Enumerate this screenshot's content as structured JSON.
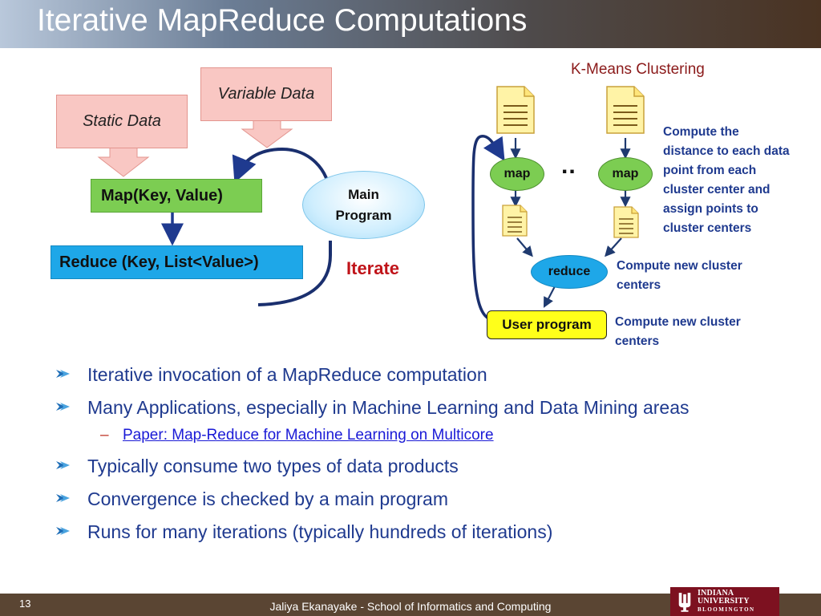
{
  "title": "Iterative MapReduce Computations",
  "left_diagram": {
    "static_data": "Static Data",
    "variable_data": "Variable Data",
    "map": "Map(Key, Value)",
    "reduce": "Reduce (Key, List<Value>)",
    "main_program": "Main Program",
    "iterate": "Iterate"
  },
  "kmeans": {
    "title": "K-Means Clustering",
    "map1": "map",
    "map2": "map",
    "ellipsis": "..",
    "reduce": "reduce",
    "user_program": "User program",
    "note_map": "Compute the distance to each data point from each cluster center and assign points to cluster centers",
    "note_reduce": "Compute new cluster centers",
    "note_user": "Compute new cluster centers"
  },
  "bullets": [
    "Iterative invocation of a MapReduce computation",
    "Many Applications, especially in Machine Learning and Data Mining areas",
    "Typically consume two types of data products",
    "Convergence is checked by a main program",
    "Runs for many iterations (typically hundreds of iterations)"
  ],
  "sub_bullet": "Paper: Map-Reduce for Machine Learning on Multicore",
  "footer": {
    "slide_number": "13",
    "text": "Jaliya Ekanayake - School of Informatics and Computing",
    "logo_line1": "INDIANA UNIVERSITY",
    "logo_line2": "BLOOMINGTON"
  }
}
